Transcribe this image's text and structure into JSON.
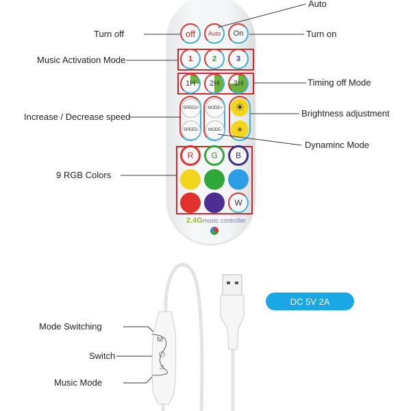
{
  "callouts": {
    "auto": "Auto",
    "turn_off": "Turn off",
    "turn_on": "Turn on",
    "music_activation": "Music Activation Mode",
    "timing_off": "Timing off Mode",
    "speed": "Increase / Decrease speed",
    "brightness": "Brightness adjustment",
    "dynamic": "Dynaminc Mode",
    "rgb": "9 RGB Colors",
    "mode_switching": "Mode Switching",
    "switch": "Switch",
    "music_mode": "Music Mode"
  },
  "remote": {
    "row1": [
      "off",
      "Auto",
      "On"
    ],
    "music": [
      "1",
      "2",
      "3"
    ],
    "timing": [
      "1H",
      "2H",
      "3H"
    ],
    "speed": [
      "SPEED+",
      "SPEED-"
    ],
    "mode": [
      "MODE+",
      "MODE-"
    ],
    "rgb_labels": [
      "R",
      "G",
      "B",
      "W"
    ],
    "brand": "2.4G",
    "brand_text": "music controller"
  },
  "colors": {
    "yellow": "#f3d51b",
    "green": "#2fa83a",
    "blue": "#2d9ee6",
    "red": "#e1312d",
    "purple": "#4e2e94",
    "accent": "#1aa7e6"
  },
  "controller": {
    "buttons": [
      "M",
      "⏻",
      "♫"
    ]
  },
  "spec": "DC 5V 2A"
}
